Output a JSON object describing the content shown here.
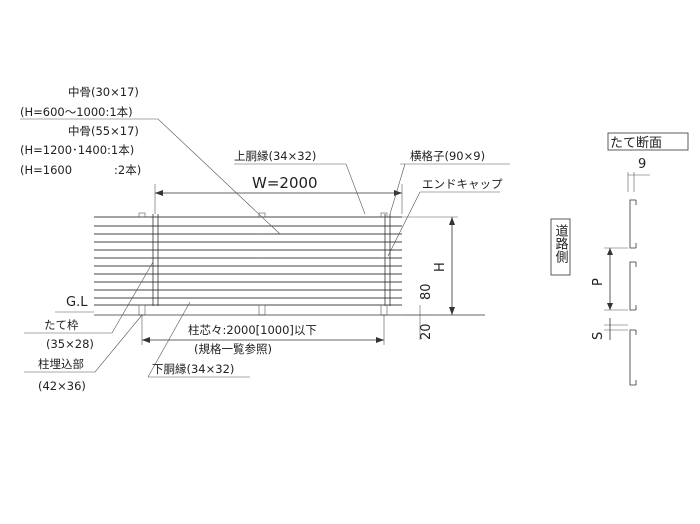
{
  "labels": {
    "center_frame_1": "中骨(30×17)",
    "center_frame_1_note": "(H=600～1000:1本)",
    "center_frame_2": "中骨(55×17)",
    "center_frame_2_note": "(H=1200･1400:1本)",
    "center_frame_3_note_a": "(H=1600",
    "center_frame_3_note_b": ":2本)",
    "top_rail": "上胴縁(34×32)",
    "horizontal_lattice": "横格子(90×9)",
    "end_cap": "エンドキャップ",
    "width": "W=2000",
    "height": "H",
    "dim_80": "80",
    "dim_20": "20",
    "ground_line": "G.L",
    "vertical_frame": "たて枠",
    "vertical_frame_size": "(35×28)",
    "post_spacing": "柱芯々:2000[1000]以下",
    "post_spacing_note": "(規格一覧参照)",
    "post_embed": "柱埋込部",
    "post_embed_size": "(42×36)",
    "bottom_rail": "下胴縁(34×32)",
    "section_title": "たて断面",
    "section_dim_9": "9",
    "road_side": "道路側",
    "pitch": "P",
    "gap": "S"
  }
}
